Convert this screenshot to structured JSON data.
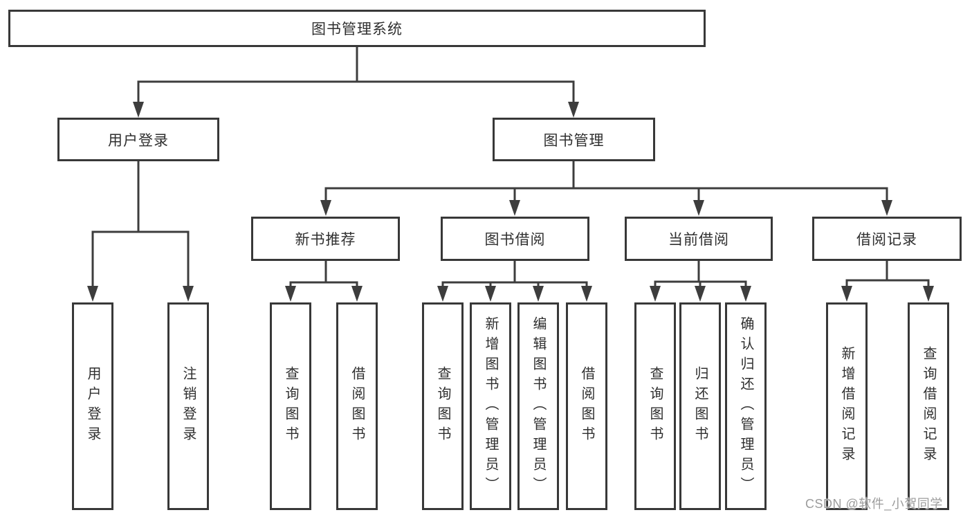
{
  "diagram": {
    "root": {
      "label": "图书管理系统"
    },
    "level2": [
      {
        "label": "用户登录",
        "children": [
          {
            "label": "用户登录"
          },
          {
            "label": "注销登录"
          }
        ]
      },
      {
        "label": "图书管理",
        "children": [
          {
            "label": "新书推荐",
            "children": [
              {
                "label": "查询图书"
              },
              {
                "label": "借阅图书"
              }
            ]
          },
          {
            "label": "图书借阅",
            "children": [
              {
                "label": "查询图书"
              },
              {
                "label": "新增图书（管理员）"
              },
              {
                "label": "编辑图书（管理员）"
              },
              {
                "label": "借阅图书"
              }
            ]
          },
          {
            "label": "当前借阅",
            "children": [
              {
                "label": "查询图书"
              },
              {
                "label": "归还图书"
              },
              {
                "label": "确认归还（管理员）"
              }
            ]
          },
          {
            "label": "借阅记录",
            "children": [
              {
                "label": "新增借阅记录"
              },
              {
                "label": "查询借阅记录"
              }
            ]
          }
        ]
      }
    ]
  },
  "watermark": {
    "text": "CSDN @软件_小贺同学"
  },
  "colors": {
    "line": "#3d3d3d",
    "box_border": "#383838",
    "text": "#2f2f2f",
    "watermark": "#9c9c9c",
    "background": "#ffffff"
  }
}
